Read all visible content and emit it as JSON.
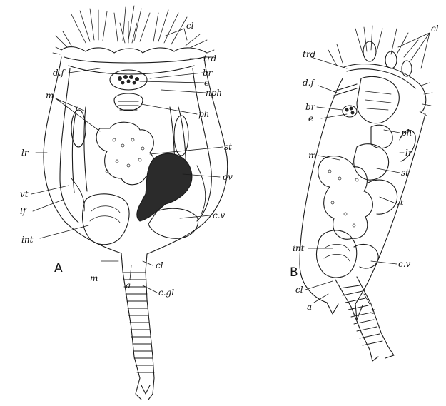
{
  "figure": {
    "panel_a": {
      "letter": "A",
      "labels": {
        "cl_top": "cl",
        "trd": "trd",
        "df": "d.f",
        "br": "br",
        "e": "e",
        "nph": "nph",
        "m_top": "m",
        "ph": "ph",
        "lr": "lr",
        "st": "st",
        "ov": "ov",
        "vt": "vt",
        "lf": "lf",
        "cv": "c.v",
        "int": "int",
        "m_bottom": "m",
        "cl_bottom": "cl",
        "a": "a",
        "cgl": "c.gl"
      }
    },
    "panel_b": {
      "letter": "B",
      "labels": {
        "cl_top": "cl",
        "trd": "trd",
        "df": "d.f",
        "br": "br",
        "e": "e",
        "ph": "ph",
        "lr": "lr",
        "m": "m",
        "st": "st",
        "vt": "vt",
        "int": "int",
        "cv": "c.v",
        "cl_bottom": "cl",
        "a": "a",
        "t": "t"
      }
    }
  }
}
